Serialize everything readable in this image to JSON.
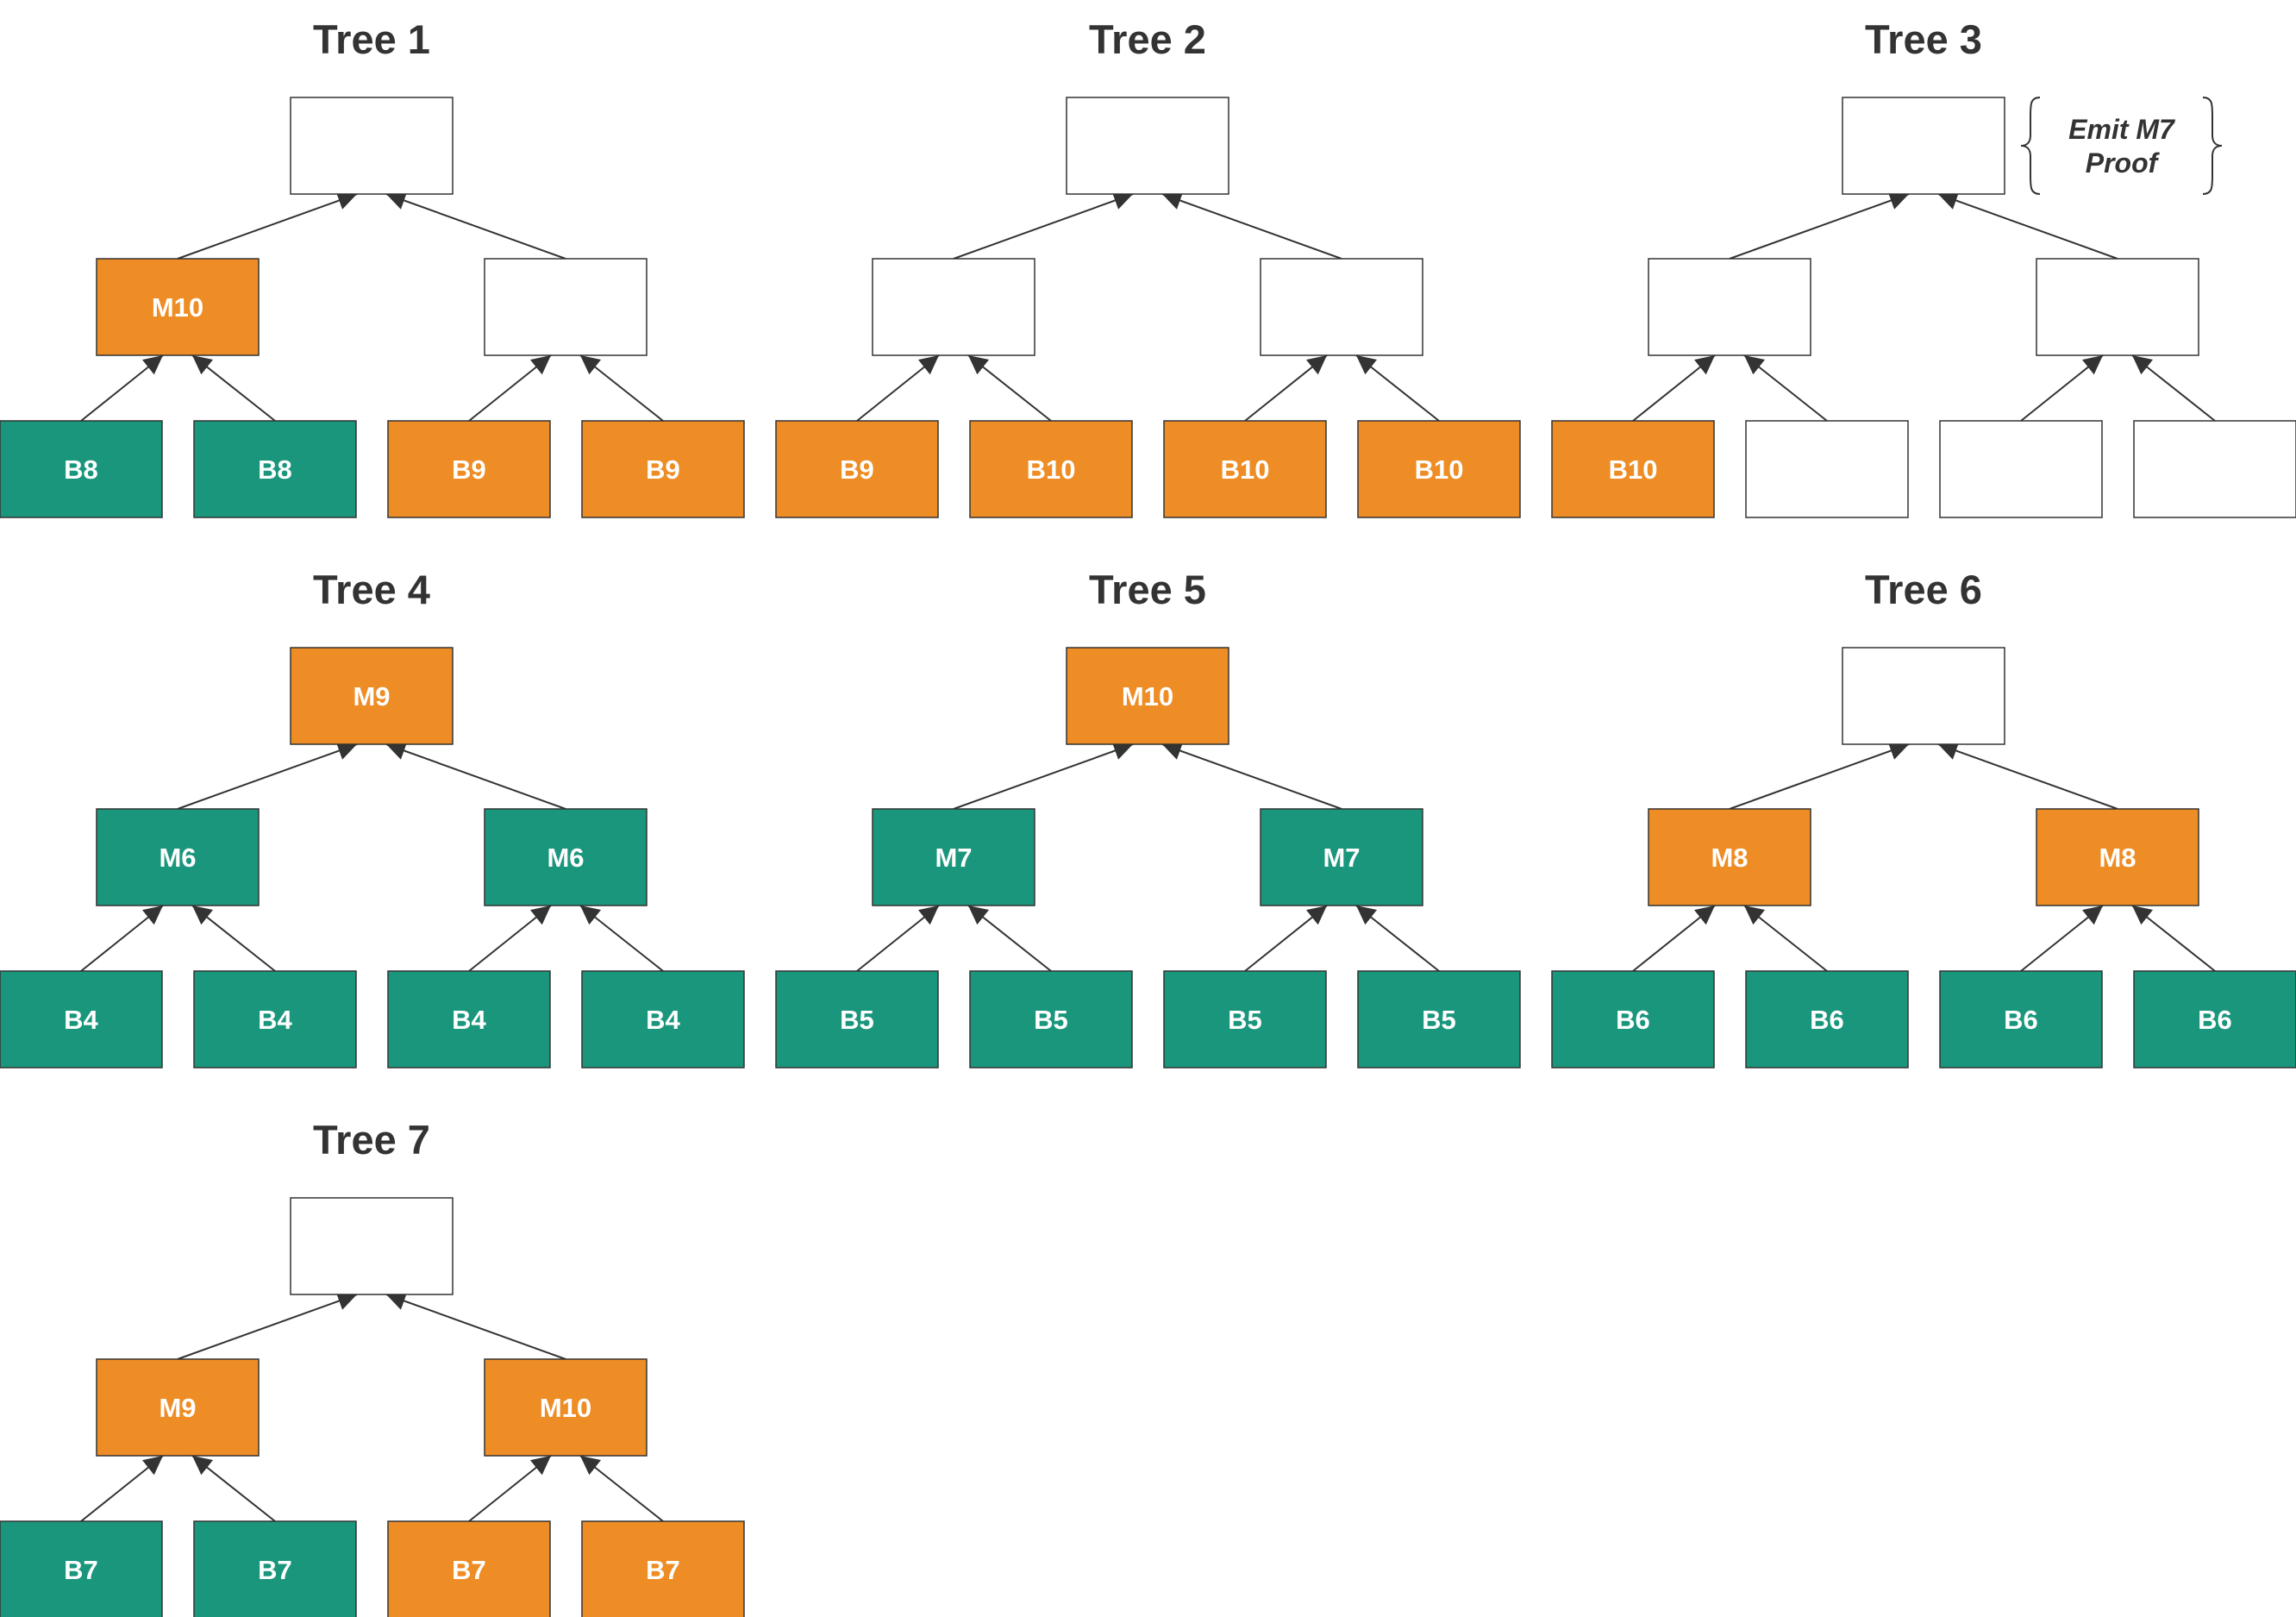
{
  "colors": {
    "teal": "#1a967d",
    "orange": "#ee8d25",
    "empty": "#ffffff",
    "stroke": "#333333"
  },
  "trees": [
    {
      "title": "Tree 1",
      "root": {
        "label": "",
        "fill": "empty"
      },
      "mid": [
        {
          "label": "M10",
          "fill": "orange"
        },
        {
          "label": "",
          "fill": "empty"
        }
      ],
      "leaves": [
        {
          "label": "B8",
          "fill": "teal"
        },
        {
          "label": "B8",
          "fill": "teal"
        },
        {
          "label": "B9",
          "fill": "orange"
        },
        {
          "label": "B9",
          "fill": "orange"
        }
      ]
    },
    {
      "title": "Tree 2",
      "root": {
        "label": "",
        "fill": "empty"
      },
      "mid": [
        {
          "label": "",
          "fill": "empty"
        },
        {
          "label": "",
          "fill": "empty"
        }
      ],
      "leaves": [
        {
          "label": "B9",
          "fill": "orange"
        },
        {
          "label": "B10",
          "fill": "orange"
        },
        {
          "label": "B10",
          "fill": "orange"
        },
        {
          "label": "B10",
          "fill": "orange"
        }
      ]
    },
    {
      "title": "Tree 3",
      "root": {
        "label": "",
        "fill": "empty"
      },
      "mid": [
        {
          "label": "",
          "fill": "empty"
        },
        {
          "label": "",
          "fill": "empty"
        }
      ],
      "leaves": [
        {
          "label": "B10",
          "fill": "orange"
        },
        {
          "label": "",
          "fill": "empty"
        },
        {
          "label": "",
          "fill": "empty"
        },
        {
          "label": "",
          "fill": "empty"
        }
      ],
      "annotation": {
        "line1": "Emit M7",
        "line2": "Proof"
      }
    },
    {
      "title": "Tree 4",
      "root": {
        "label": "M9",
        "fill": "orange"
      },
      "mid": [
        {
          "label": "M6",
          "fill": "teal"
        },
        {
          "label": "M6",
          "fill": "teal"
        }
      ],
      "leaves": [
        {
          "label": "B4",
          "fill": "teal"
        },
        {
          "label": "B4",
          "fill": "teal"
        },
        {
          "label": "B4",
          "fill": "teal"
        },
        {
          "label": "B4",
          "fill": "teal"
        }
      ]
    },
    {
      "title": "Tree 5",
      "root": {
        "label": "M10",
        "fill": "orange"
      },
      "mid": [
        {
          "label": "M7",
          "fill": "teal"
        },
        {
          "label": "M7",
          "fill": "teal"
        }
      ],
      "leaves": [
        {
          "label": "B5",
          "fill": "teal"
        },
        {
          "label": "B5",
          "fill": "teal"
        },
        {
          "label": "B5",
          "fill": "teal"
        },
        {
          "label": "B5",
          "fill": "teal"
        }
      ]
    },
    {
      "title": "Tree 6",
      "root": {
        "label": "",
        "fill": "empty"
      },
      "mid": [
        {
          "label": "M8",
          "fill": "orange"
        },
        {
          "label": "M8",
          "fill": "orange"
        }
      ],
      "leaves": [
        {
          "label": "B6",
          "fill": "teal"
        },
        {
          "label": "B6",
          "fill": "teal"
        },
        {
          "label": "B6",
          "fill": "teal"
        },
        {
          "label": "B6",
          "fill": "teal"
        }
      ]
    },
    {
      "title": "Tree 7",
      "root": {
        "label": "",
        "fill": "empty"
      },
      "mid": [
        {
          "label": "M9",
          "fill": "orange"
        },
        {
          "label": "M10",
          "fill": "orange"
        }
      ],
      "leaves": [
        {
          "label": "B7",
          "fill": "teal"
        },
        {
          "label": "B7",
          "fill": "teal"
        },
        {
          "label": "B7",
          "fill": "orange"
        },
        {
          "label": "B7",
          "fill": "orange"
        }
      ]
    }
  ]
}
